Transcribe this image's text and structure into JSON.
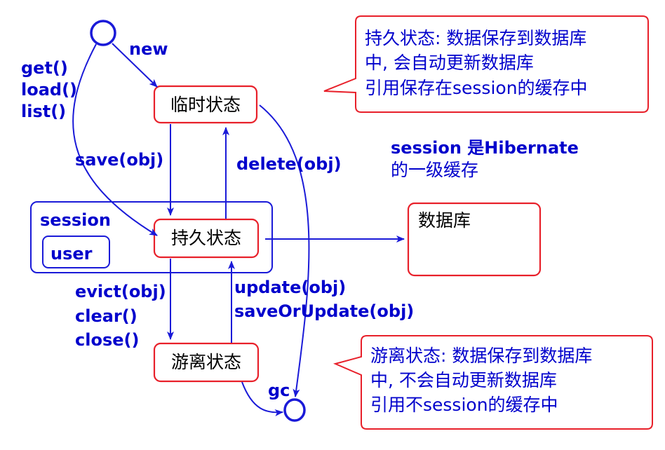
{
  "nodes": {
    "transient": "临时状态",
    "persistent": "持久状态",
    "detached": "游离状态",
    "database": "数据库"
  },
  "session_box": {
    "label": "session",
    "inner": "user"
  },
  "edges": {
    "new": "new",
    "get": "get()",
    "load": "load()",
    "list": "list()",
    "save": "save(obj)",
    "delete": "delete(obj)",
    "evict": "evict(obj)",
    "clear": "clear()",
    "close": "close()",
    "update": "update(obj)",
    "save_or_update": "saveOrUpdate(obj)",
    "gc": "gc"
  },
  "callout_top": {
    "lines": [
      "持久状态: 数据保存到数据库",
      "中, 会自动更新数据库",
      "引用保存在session的缓存中"
    ]
  },
  "callout_bottom": {
    "lines": [
      "游离状态: 数据保存到数据库",
      "中, 不会自动更新数据库",
      "引用不session的缓存中"
    ]
  },
  "cache_note": {
    "line1": "session 是Hibernate",
    "line2": "的一级缓存"
  },
  "colors": {
    "line": "#1a1ad8",
    "border": "#e8202a",
    "text_blue": "#0000cc"
  }
}
